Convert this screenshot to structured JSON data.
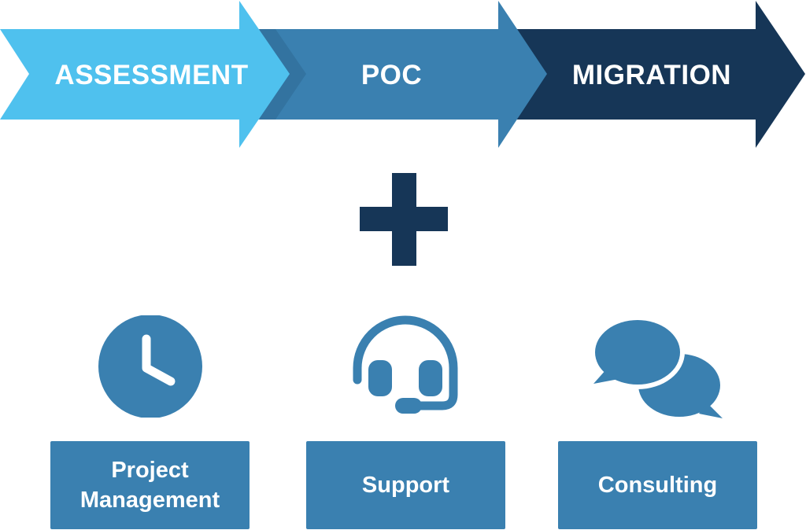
{
  "colors": {
    "assessment": "#4fc1ee",
    "poc": "#3a80b0",
    "migration": "#163657",
    "shadow": "#3373a0",
    "plus": "#163657",
    "service": "#3a80b0",
    "text": "#ffffff"
  },
  "phases": [
    {
      "label": "ASSESSMENT"
    },
    {
      "label": "POC"
    },
    {
      "label": "MIGRATION"
    }
  ],
  "connector": {
    "icon": "plus-icon"
  },
  "services": [
    {
      "icon": "clock-icon",
      "label_lines": [
        "Project",
        "Management"
      ]
    },
    {
      "icon": "headset-icon",
      "label_lines": [
        "Support"
      ]
    },
    {
      "icon": "chat-bubbles-icon",
      "label_lines": [
        "Consulting"
      ]
    }
  ]
}
